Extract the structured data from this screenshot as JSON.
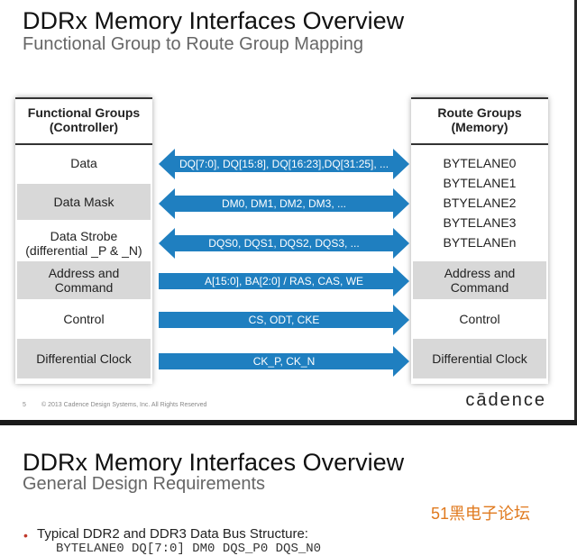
{
  "slide1": {
    "title": "DDRx Memory Interfaces Overview",
    "subtitle": "Functional Group to Route Group Mapping",
    "left_panel": {
      "header": "Functional Groups (Controller)",
      "header_line1": "Functional Groups",
      "header_line2": "(Controller)",
      "rows": [
        {
          "line1": "Data",
          "line2": ""
        },
        {
          "line1": "Data Mask",
          "line2": ""
        },
        {
          "line1": "Data Strobe",
          "line2": "(differential _P & _N)"
        },
        {
          "line1": "Address and",
          "line2": "Command"
        },
        {
          "line1": "Control",
          "line2": ""
        },
        {
          "line1": "Differential Clock",
          "line2": ""
        }
      ]
    },
    "right_panel": {
      "header_line1": "Route Groups",
      "header_line2": "(Memory)",
      "bytelanes": [
        "BYTELANE0",
        "BYTELANE1",
        "BTYELANE2",
        "BYTELANE3",
        "BYTELANEn"
      ],
      "address_line1": "Address and",
      "address_line2": "Command",
      "control": "Control",
      "clock": "Differential Clock"
    },
    "arrows": [
      {
        "label": "DQ[7:0], DQ[15:8], DQ[16:23],DQ[31:25], ...",
        "style": "double"
      },
      {
        "label": "DM0, DM1, DM2, DM3, ...",
        "style": "double"
      },
      {
        "label": "DQS0, DQS1, DQS2, DQS3, ...",
        "style": "double"
      },
      {
        "label": "A[15:0], BA[2:0] / RAS, CAS, WE",
        "style": "right"
      },
      {
        "label": "CS, ODT, CKE",
        "style": "right"
      },
      {
        "label": "CK_P, CK_N",
        "style": "right"
      }
    ],
    "arrow_color": "#1f7fc0",
    "footer_page": "5",
    "footer_copyright": "© 2013 Cadence Design Systems, Inc. All Rights Reserved",
    "logo": "cādence"
  },
  "slide2": {
    "title": "DDRx Memory Interfaces Overview",
    "subtitle": "General Design Requirements",
    "watermark": "51黑电子论坛",
    "bullet": "Typical DDR2 and DDR3 Data Bus Structure:",
    "cut_line": "BYTELANE0      DQ[7:0]      DM0  DQS_P0  DQS_N0"
  }
}
